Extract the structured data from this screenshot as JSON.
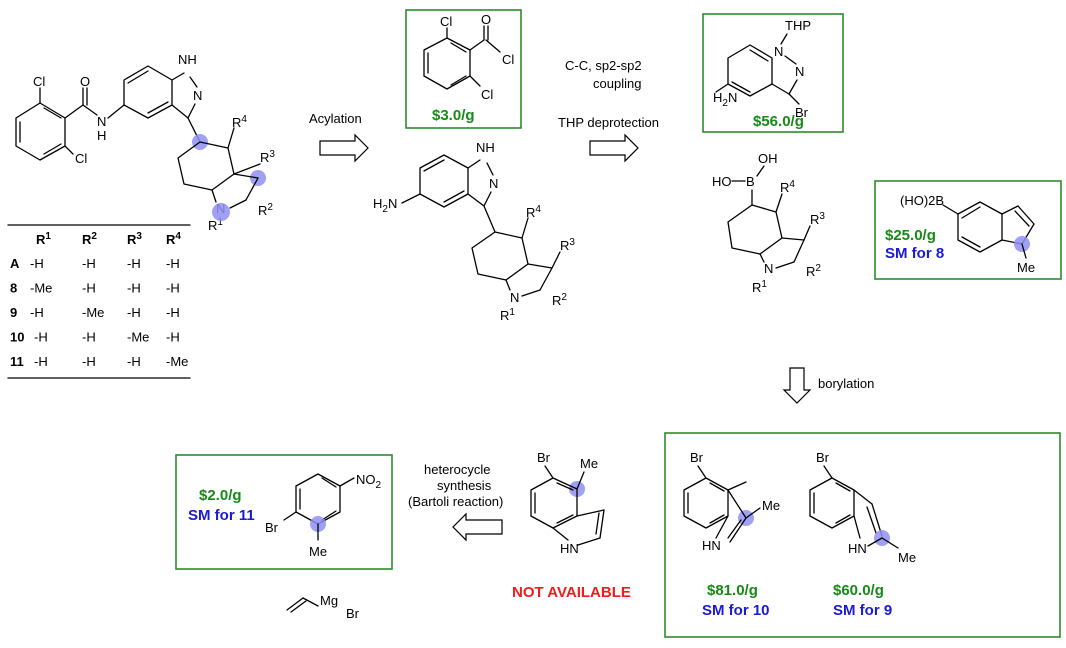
{
  "reagents": {
    "acid_chloride": {
      "price": "$3.0/g"
    },
    "thp_indazole": {
      "price": "$56.0/g"
    },
    "methylindole_boronic": {
      "price": "$25.0/g",
      "sm": "SM for 8"
    },
    "methylindole_3": {
      "price": "$81.0/g",
      "sm": "SM for 10"
    },
    "methylindole_2": {
      "price": "$60.0/g",
      "sm": "SM for 9"
    },
    "nitrotoluene": {
      "price": "$2.0/g",
      "sm": "SM for 11"
    },
    "methylindole_4": {
      "status": "NOT AVAILABLE"
    }
  },
  "steps": {
    "acylation": "Acylation",
    "coupling": [
      "C-C, sp2-sp2",
      "coupling"
    ],
    "deprotection": "THP deprotection",
    "borylation": "borylation",
    "heterocycle": [
      "heterocycle",
      "synthesis",
      "(Bartoli reaction)"
    ]
  },
  "table": {
    "headers": [
      "R1",
      "R2",
      "R3",
      "R4"
    ],
    "rows": [
      {
        "id": "A",
        "values": [
          "-H",
          "-H",
          "-H",
          "-H"
        ]
      },
      {
        "id": "8",
        "values": [
          "-Me",
          "-H",
          "-H",
          "-H"
        ]
      },
      {
        "id": "9",
        "values": [
          "-H",
          "-Me",
          "-H",
          "-H"
        ]
      },
      {
        "id": "10",
        "values": [
          "-H",
          "-H",
          "-Me",
          "-H"
        ]
      },
      {
        "id": "11",
        "values": [
          "-H",
          "-H",
          "-H",
          "-Me"
        ]
      }
    ]
  },
  "atoms": {
    "Cl": "Cl",
    "O": "O",
    "N": "N",
    "H": "H",
    "NH": "NH",
    "HN": "HN",
    "Br": "Br",
    "Me": "Me",
    "B": "B",
    "HO": "HO",
    "OH": "OH",
    "H2N": "H2N",
    "THP": "THP",
    "NO2": "NO2",
    "HO2B": "(HO)2B",
    "Mg": "Mg",
    "R": "R",
    "n1": "1",
    "n2": "2",
    "n3": "3",
    "n4": "4"
  },
  "colors": {
    "box": "#2e8b2e",
    "price": "#168a16",
    "sm": "#1a1ad6",
    "na": "#ee1c1c",
    "highlight": "#8f8ff2"
  }
}
